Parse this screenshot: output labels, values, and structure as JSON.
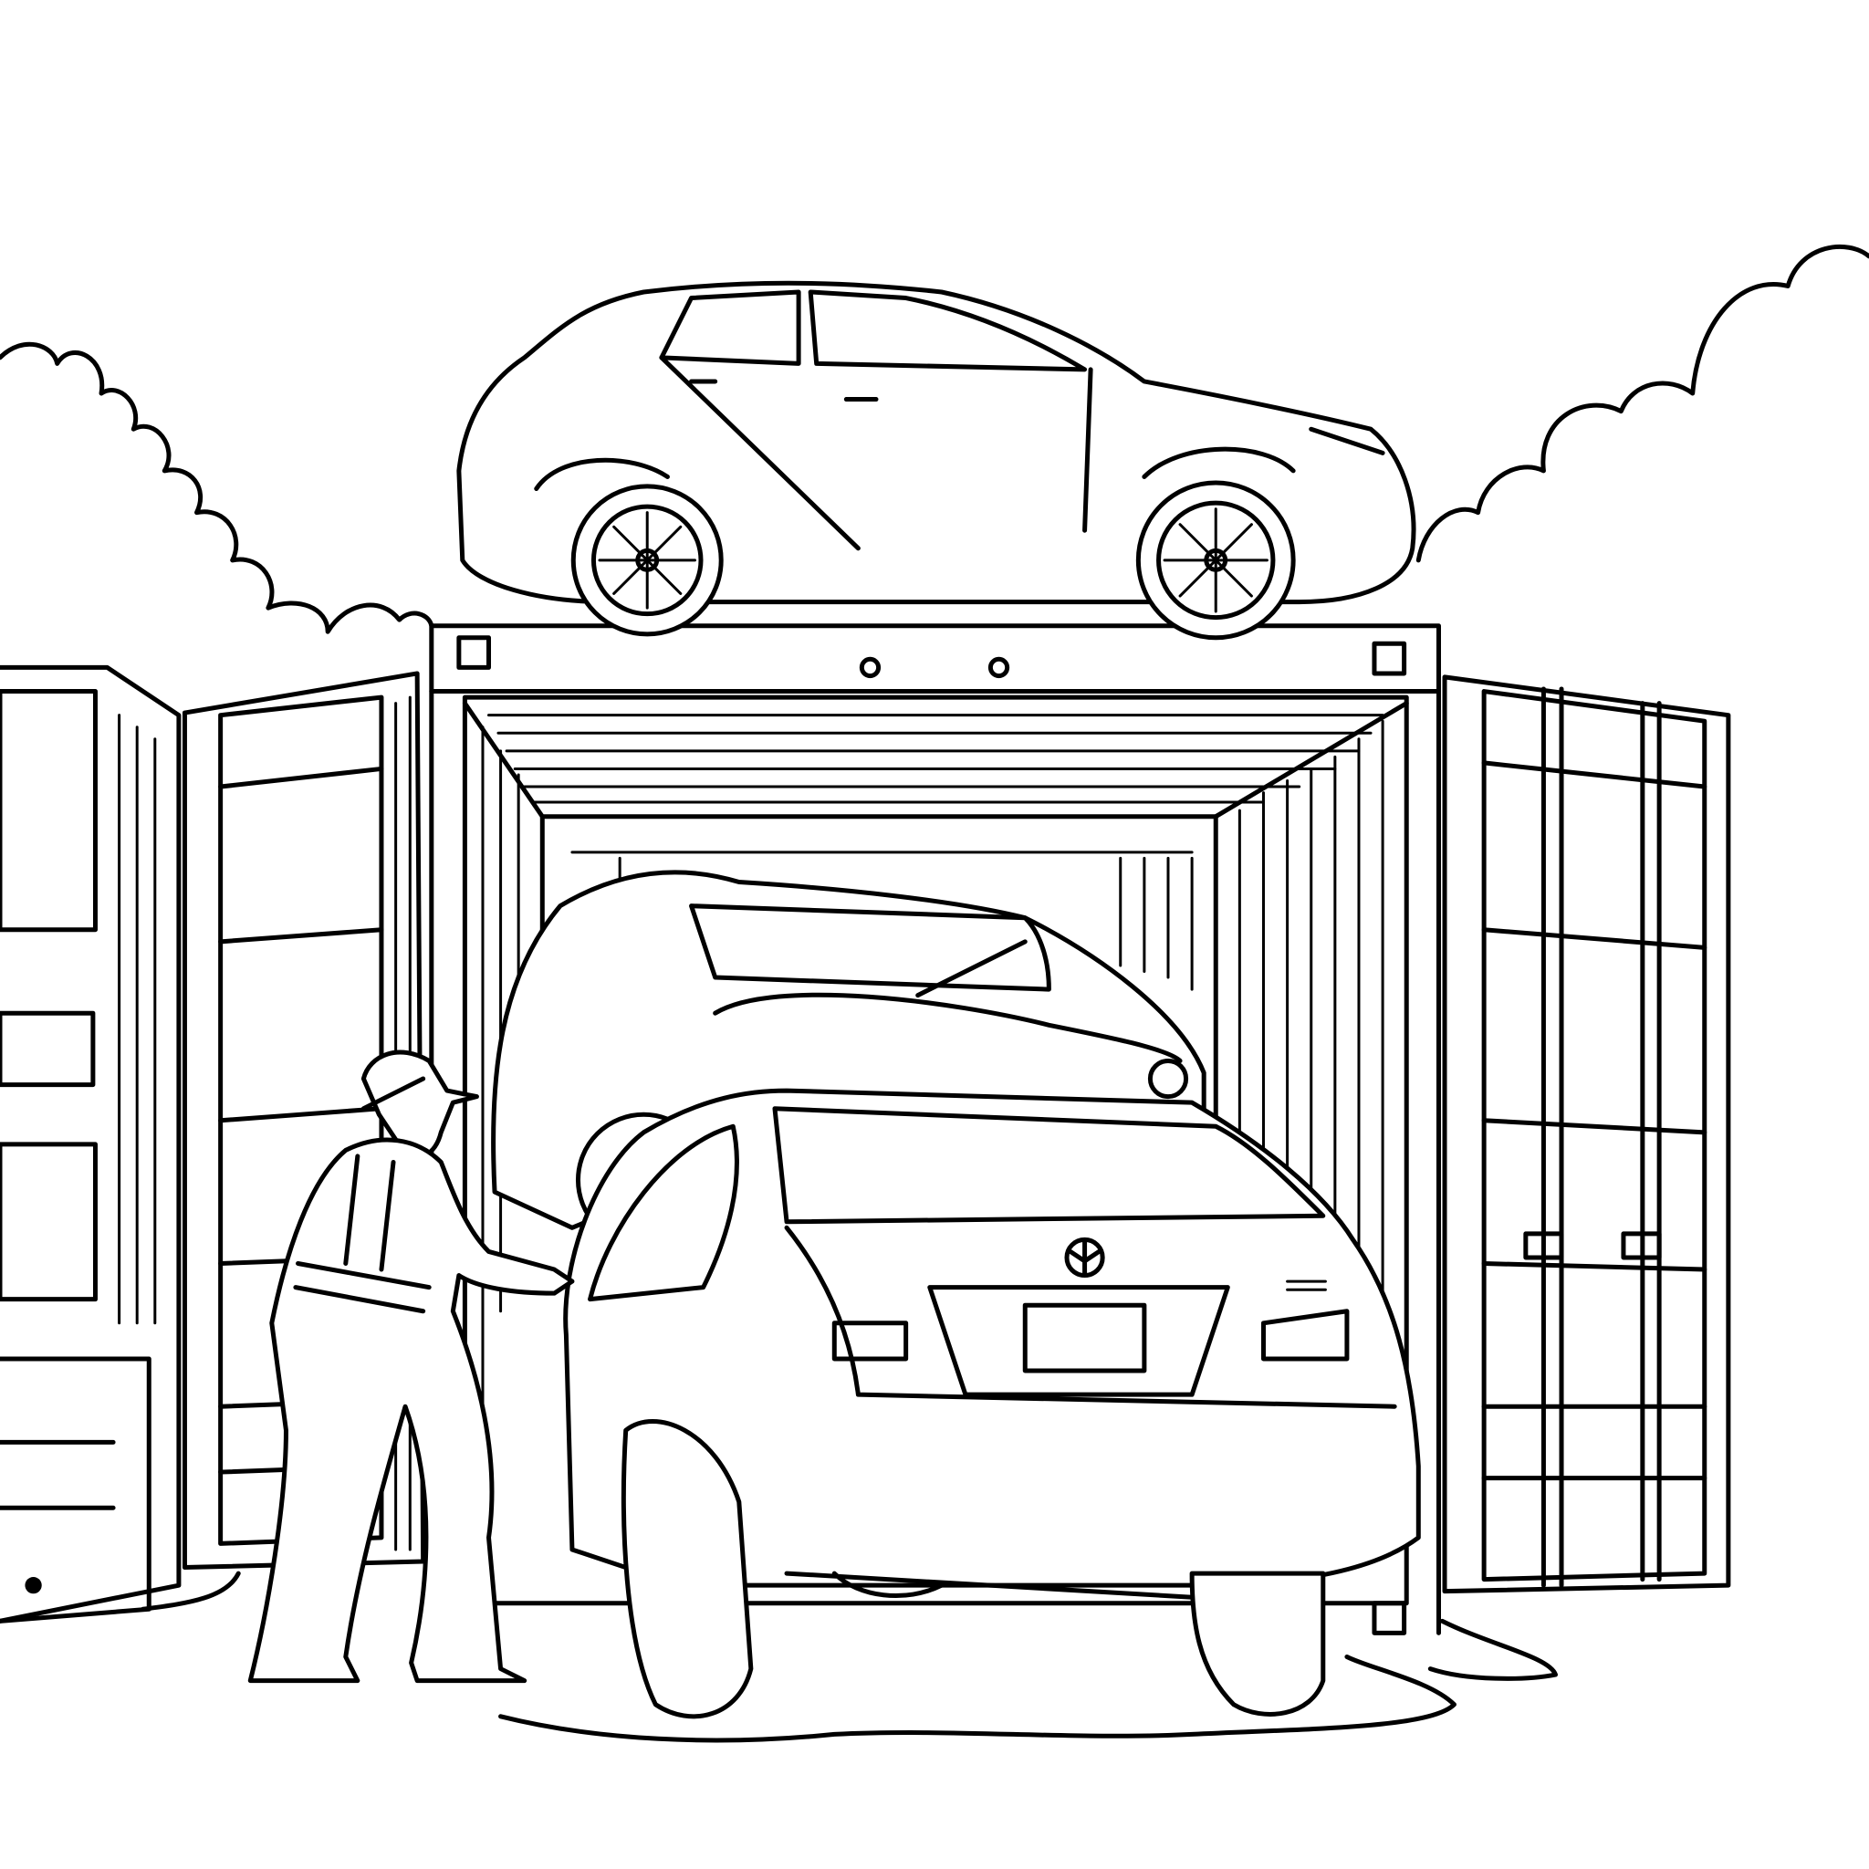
{
  "scene": {
    "background_color": "#ffffff",
    "line_color": "#000000",
    "subjects": [
      "clouds",
      "shipping-container",
      "suv-on-roof",
      "damaged-car",
      "sedan",
      "worker",
      "side-container"
    ]
  }
}
